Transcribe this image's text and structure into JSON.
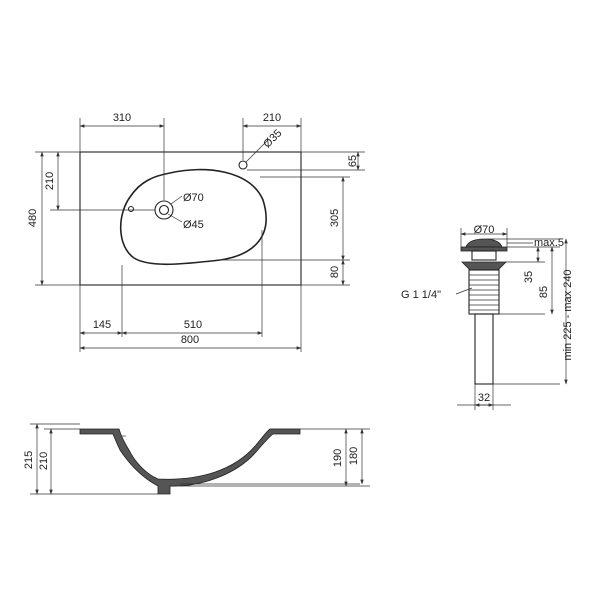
{
  "top_view": {
    "dim_310": "310",
    "dim_210_top": "210",
    "dim_d35": "Ø35",
    "dim_65": "65",
    "dim_210_left": "210",
    "dim_480": "480",
    "dim_d70": "Ø70",
    "dim_d45": "Ø45",
    "dim_305": "305",
    "dim_80": "80",
    "dim_145": "145",
    "dim_510": "510",
    "dim_800": "800"
  },
  "drain": {
    "dim_d70": "Ø70",
    "dim_max5": "max.5",
    "dim_thread": "G 1 1/4\"",
    "dim_35": "35",
    "dim_85": "85",
    "dim_range": "min 225 - max 240",
    "dim_32": "32"
  },
  "side_view": {
    "dim_215": "215",
    "dim_210": "210",
    "dim_190": "190",
    "dim_180": "180"
  }
}
